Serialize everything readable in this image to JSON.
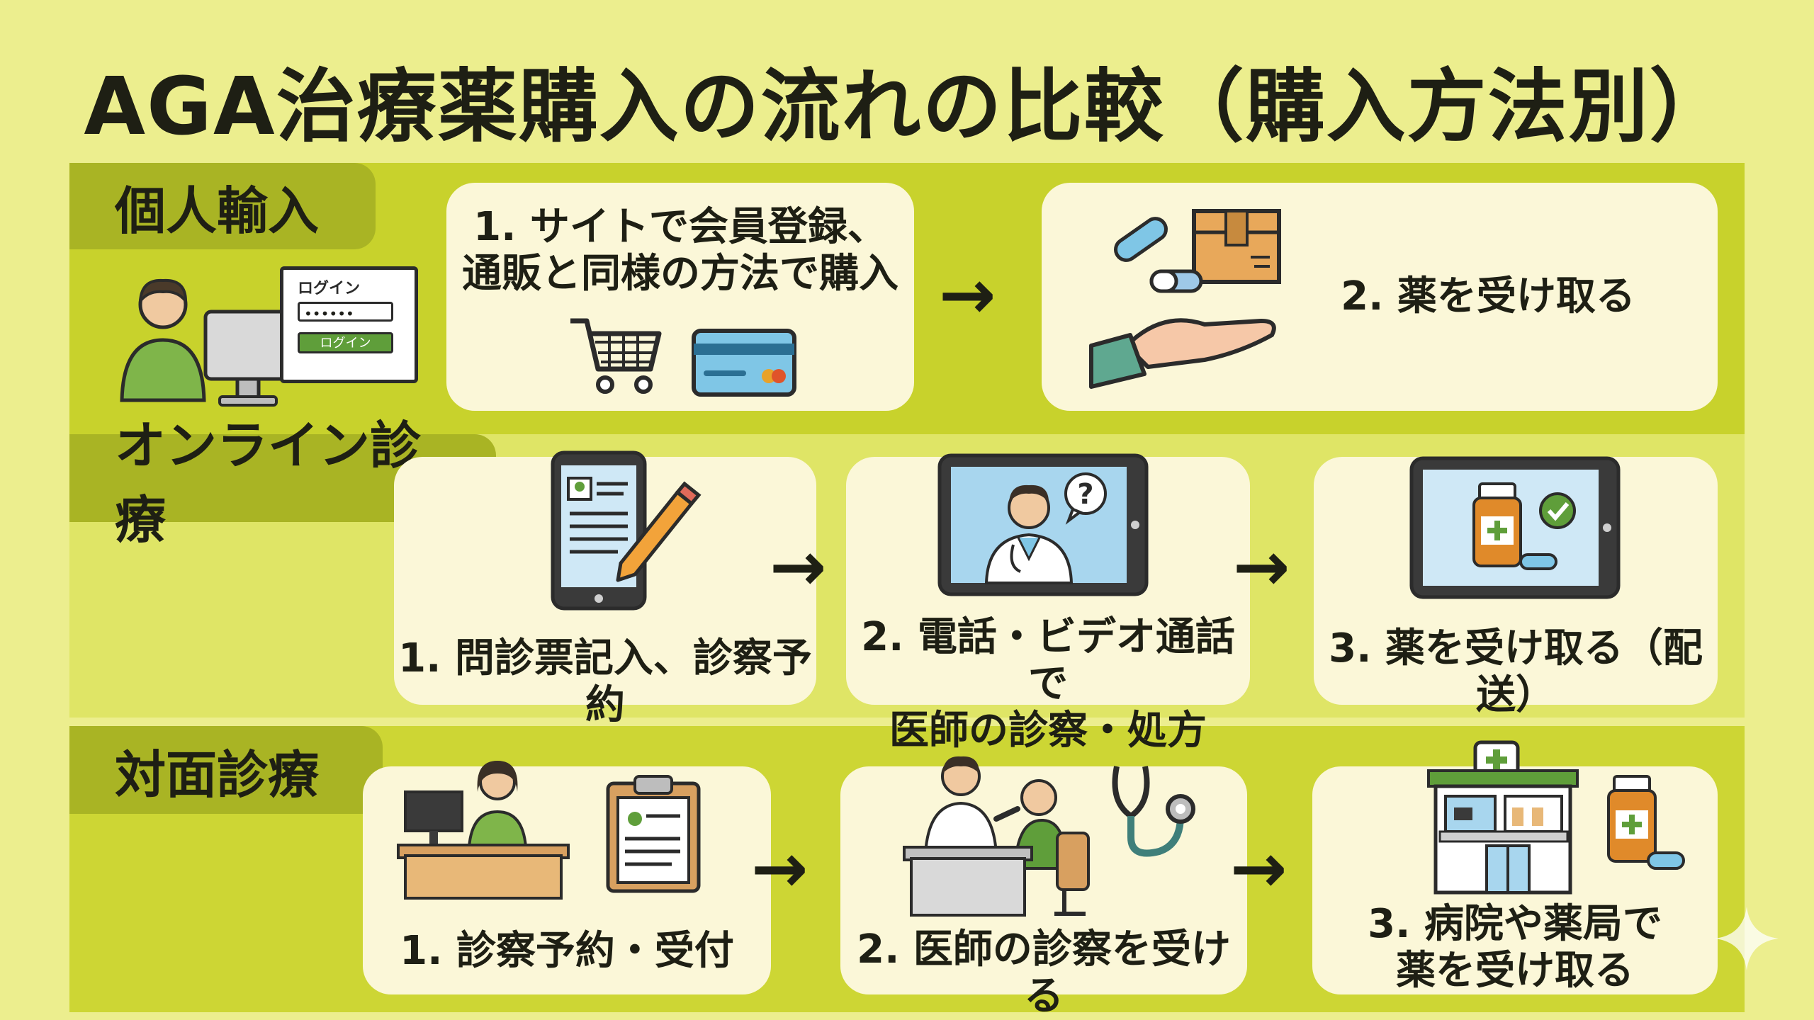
{
  "title": "AGA治療薬購入の流れの比較（購入方法別）",
  "sections": {
    "kojin": {
      "label": "個人輸入",
      "login_title": "ログイン",
      "login_password": "••••••",
      "login_button": "ログイン",
      "step1": "1. サイトで会員登録、\n通販と同様の方法で購入",
      "step2": "2. 薬を受け取る"
    },
    "online": {
      "label": "オンライン診療",
      "step1": "1. 問診票記入、診察予約",
      "step2": "2. 電話・ビデオ通話で\n医師の診察・処方",
      "step3": "3. 薬を受け取る（配送）"
    },
    "taimen": {
      "label": "対面診療",
      "step1": "1. 診察予約・受付",
      "step2": "2. 医師の診察を受ける",
      "step3": "3. 病院や薬局で\n薬を受け取る"
    }
  },
  "arrow": "→",
  "colors": {
    "background": "#ecee8e",
    "band_dark": "#c8d22c",
    "tab": "#a9b424",
    "card": "#fbf7d8",
    "green": "#5f9e3a",
    "orange": "#e08a2a",
    "blue": "#7fc6e6"
  },
  "icons": [
    "person-at-computer-icon",
    "login-window-icon",
    "shopping-cart-icon",
    "credit-card-icon",
    "package-hand-icon",
    "capsule-icon",
    "smartphone-form-icon",
    "pencil-icon",
    "tablet-doctor-icon",
    "question-bubble-icon",
    "tablet-medicine-icon",
    "check-icon",
    "reception-desk-icon",
    "clipboard-icon",
    "doctor-consult-icon",
    "stethoscope-icon",
    "pharmacy-building-icon",
    "medicine-bottle-icon",
    "sparkle-icon"
  ]
}
